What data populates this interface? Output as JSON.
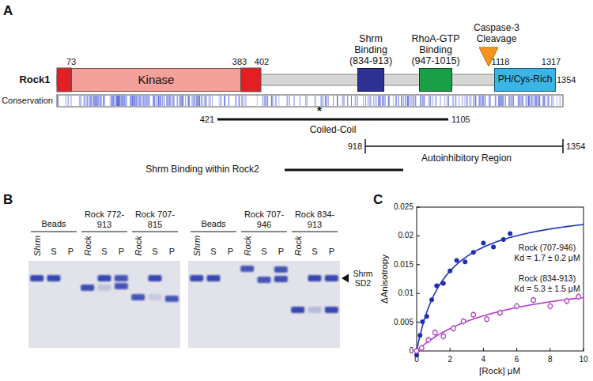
{
  "diagram": {
    "nodes": [
      {
        "text": [
          "Kinase"
        ]
      },
      {
        "text": [
          "Shrm Binding (834-913)"
        ]
      },
      {
        "text": [
          "RhoA-GTP Binding (947-1015)"
        ]
      },
      {
        "text": [
          "PH/Cys-Rich"
        ]
      }
    ],
    "labels": [
      "A",
      "Rock1",
      "73",
      "383",
      "402",
      "Caspase-3 Cleavage",
      "1118",
      "1317",
      "1354",
      "Conservation",
      "*",
      "421",
      "1105",
      "Coiled-Coil",
      "918",
      "1354",
      "Autoinhibitory Region",
      "Shrm Binding within Rock2",
      "B",
      "Beads",
      "Rock 772-913",
      "Rock 707-815",
      "Shrm",
      "S",
      "P",
      "Rock",
      "S",
      "P",
      "Rock",
      "S",
      "P",
      "Beads",
      "Rock 707-946",
      "Rock 834-913",
      "Shrm",
      "S",
      "P",
      "Rock",
      "S",
      "P",
      "Rock",
      "S",
      "P",
      "Shrm SD2",
      "C",
      "ΔAnisotropy",
      "0",
      "0.005",
      "0.01",
      "0.015",
      "0.02",
      "0.025",
      "0",
      "2",
      "4",
      "6",
      "8",
      "10",
      "[Rock] μM",
      "Rock (707-946)",
      "Kd = 1.7 ± 0.2 μM",
      "Rock (834-913)",
      "Kd = 5.3 ± 1.5 μM"
    ]
  }
}
